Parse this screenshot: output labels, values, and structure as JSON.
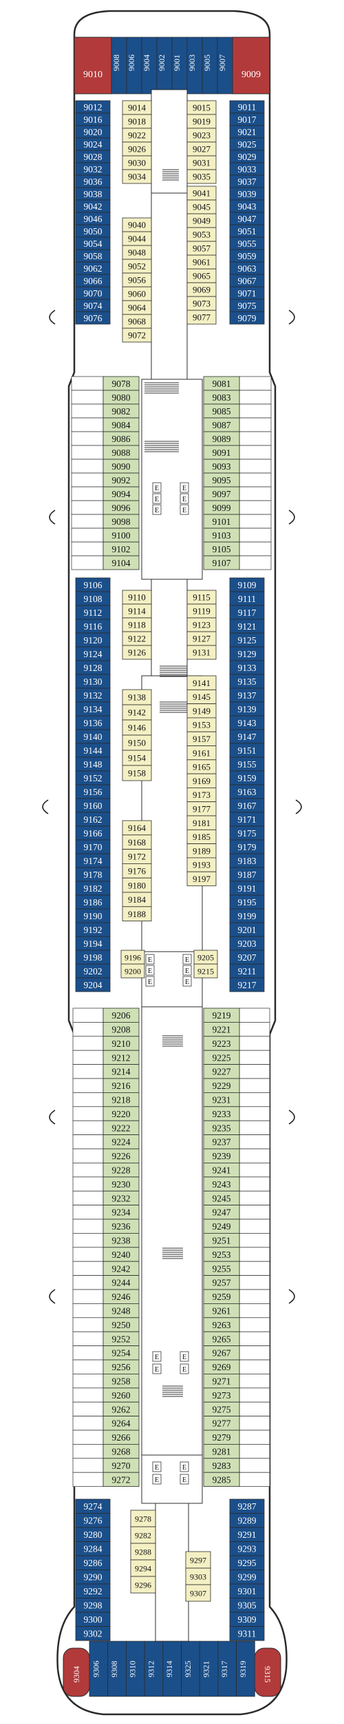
{
  "colors": {
    "suite": "#b23a3a",
    "balcony_blue": "#1b4f8a",
    "inside_yellow": "#f4f0c4",
    "oceanview_green": "#cfe0b6",
    "interior_white": "#ffffff",
    "outline": "#2b2b2b"
  },
  "icons": {
    "stairs": "stairs-icon",
    "elevator_letter": "E",
    "bed_marker": "bed-marker-icon",
    "accessible": "H",
    "lifeboat_arrow": "lifeboat-arrow-icon"
  },
  "deck": {
    "top_suites": {
      "left": "9010",
      "right": "9009"
    },
    "top_row": [
      "9008",
      "9006",
      "9004",
      "9002",
      "9001",
      "9003",
      "9005",
      "9007"
    ],
    "bottom_suites": {
      "left": "9304",
      "right": "9315"
    },
    "bottom_row": [
      "9306",
      "9308",
      "9310",
      "9312",
      "9314",
      "9325",
      "9321",
      "9317",
      "9319"
    ]
  },
  "outer_left": {
    "s1": [
      "9012",
      "9016",
      "9020",
      "9024",
      "9028",
      "9032",
      "9036",
      "9038",
      "9042",
      "9046",
      "9050",
      "9054",
      "9058",
      "9062",
      "9066",
      "9070",
      "9074",
      "9076"
    ],
    "s2": [
      "9106",
      "9108",
      "9112",
      "9116",
      "9120",
      "9124",
      "9128",
      "9130",
      "9132",
      "9134",
      "9136",
      "9140",
      "9144",
      "9148",
      "9152",
      "9156",
      "9160",
      "9162",
      "9166",
      "9170",
      "9174",
      "9178",
      "9182",
      "9186",
      "9190",
      "9192",
      "9194",
      "9198",
      "9202",
      "9204"
    ],
    "s3": [
      "9274",
      "9276",
      "9280",
      "9284",
      "9286",
      "9290",
      "9292",
      "9298",
      "9300",
      "9302"
    ]
  },
  "outer_right": {
    "s1": [
      "9011",
      "9017",
      "9021",
      "9025",
      "9029",
      "9033",
      "9037",
      "9039",
      "9043",
      "9047",
      "9051",
      "9055",
      "9059",
      "9063",
      "9067",
      "9071",
      "9075",
      "9079"
    ],
    "s2": [
      "9109",
      "9111",
      "9117",
      "9121",
      "9125",
      "9129",
      "9133",
      "9135",
      "9137",
      "9139",
      "9143",
      "9147",
      "9151",
      "9155",
      "9159",
      "9163",
      "9167",
      "9171",
      "9175",
      "9179",
      "9183",
      "9187",
      "9191",
      "9195",
      "9199",
      "9201",
      "9203",
      "9207",
      "9211",
      "9217"
    ],
    "s3": [
      "9287",
      "9289",
      "9291",
      "9293",
      "9295",
      "9299",
      "9301",
      "9305",
      "9309",
      "9311"
    ]
  },
  "inner_left": {
    "s1": [
      "9014",
      "9018",
      "9022",
      "9026",
      "9030",
      "9034"
    ],
    "s2": [
      "9040",
      "9044",
      "9048",
      "9052",
      "9056",
      "9060",
      "9064",
      "9068",
      "9072"
    ],
    "s3": [
      "9110",
      "9114",
      "9118",
      "9122",
      "9126"
    ],
    "s4": [
      "9138",
      "9142",
      "9146",
      "9150",
      "9154",
      "9158"
    ],
    "s5": [
      "9164",
      "9168",
      "9172",
      "9176",
      "9180",
      "9184",
      "9188"
    ],
    "s6": [
      "9196",
      "9200"
    ],
    "s7": [
      "9278",
      "9282",
      "9288",
      "9294",
      "9296"
    ]
  },
  "inner_right": {
    "s1": [
      "9015",
      "9019",
      "9023",
      "9027",
      "9031",
      "9035"
    ],
    "s2": [
      "9041",
      "9045",
      "9049",
      "9053",
      "9057",
      "9061",
      "9065",
      "9069",
      "9073",
      "9077"
    ],
    "s3": [
      "9115",
      "9119",
      "9123",
      "9127",
      "9131"
    ],
    "s4": [
      "9141",
      "9145",
      "9149",
      "9153",
      "9157",
      "9161",
      "9165",
      "9169",
      "9173",
      "9177",
      "9181",
      "9185",
      "9189",
      "9193",
      "9197"
    ],
    "s5": [
      "9205",
      "9215"
    ],
    "s6": [
      "9297",
      "9303",
      "9307"
    ]
  },
  "green_left": {
    "s1": [
      "9078",
      "9080",
      "9082",
      "9084",
      "9086",
      "9088",
      "9090",
      "9092",
      "9094",
      "9096",
      "9098",
      "9100",
      "9102",
      "9104"
    ],
    "s2": [
      "9206",
      "9208",
      "9210",
      "9212",
      "9214",
      "9216",
      "9218",
      "9220",
      "9222",
      "9224",
      "9226",
      "9228",
      "9230",
      "9232",
      "9234",
      "9236",
      "9238",
      "9240",
      "9242",
      "9244",
      "9246",
      "9248",
      "9250",
      "9252",
      "9254",
      "9256",
      "9258",
      "9260",
      "9262",
      "9264",
      "9266",
      "9268",
      "9270",
      "9272"
    ]
  },
  "green_right": {
    "s1": [
      "9081",
      "9083",
      "9085",
      "9087",
      "9089",
      "9091",
      "9093",
      "9095",
      "9097",
      "9099",
      "9101",
      "9103",
      "9105",
      "9107"
    ],
    "s2": [
      "9219",
      "9221",
      "9223",
      "9225",
      "9227",
      "9229",
      "9231",
      "9233",
      "9235",
      "9237",
      "9239",
      "9241",
      "9243",
      "9245",
      "9247",
      "9249",
      "9251",
      "9253",
      "9255",
      "9257",
      "9259",
      "9261",
      "9263",
      "9265",
      "9267",
      "9269",
      "9271",
      "9273",
      "9275",
      "9277",
      "9279",
      "9281",
      "9283",
      "9285"
    ]
  }
}
